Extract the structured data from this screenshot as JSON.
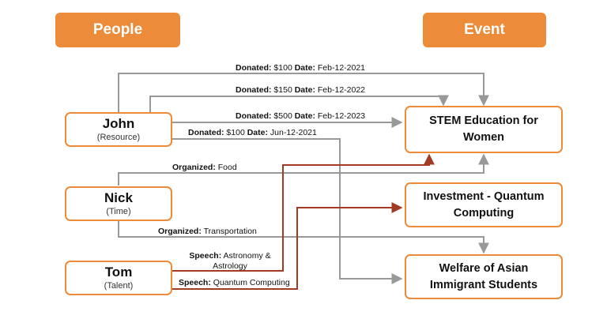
{
  "headers": {
    "left": "People",
    "right": "Event"
  },
  "people": [
    {
      "id": "john",
      "name": "John",
      "role": "(Resource)"
    },
    {
      "id": "nick",
      "name": "Nick",
      "role": "(Time)"
    },
    {
      "id": "tom",
      "name": "Tom",
      "role": "(Talent)"
    }
  ],
  "events": [
    {
      "id": "stem",
      "line1": "STEM Education for",
      "line2": "Women"
    },
    {
      "id": "quantum",
      "line1": "Investment - Quantum",
      "line2": "Computing"
    },
    {
      "id": "welfare",
      "line1": "Welfare of Asian",
      "line2": "Immigrant Students"
    }
  ],
  "edges": [
    {
      "from": "John",
      "to": "STEM Education for Women",
      "key": "Donated:",
      "value": "$100",
      "key2": "Date:",
      "value2": "Feb-12-2021",
      "color": "#999999"
    },
    {
      "from": "John",
      "to": "STEM Education for Women",
      "key": "Donated:",
      "value": "$150",
      "key2": "Date:",
      "value2": "Feb-12-2022",
      "color": "#999999"
    },
    {
      "from": "John",
      "to": "STEM Education for Women",
      "key": "Donated:",
      "value": "$500",
      "key2": "Date:",
      "value2": "Feb-12-2023",
      "color": "#999999"
    },
    {
      "from": "John",
      "to": "Welfare of Asian Immigrant Students",
      "key": "Donated:",
      "value": "$100",
      "key2": "Date:",
      "value2": "Jun-12-2021",
      "color": "#999999"
    },
    {
      "from": "Nick",
      "to": "STEM Education for Women",
      "key": "Organized:",
      "value": "Food",
      "color": "#999999"
    },
    {
      "from": "Nick",
      "to": "Welfare of Asian Immigrant Students",
      "key": "Organized:",
      "value": "Transportation",
      "color": "#999999"
    },
    {
      "from": "Tom",
      "to": "STEM Education for Women",
      "key": "Speech:",
      "value": "Astronomy &",
      "value_line2": "Astrology",
      "color": "#a23b24"
    },
    {
      "from": "Tom",
      "to": "Investment - Quantum Computing",
      "key": "Speech:",
      "value": "Quantum Computing",
      "color": "#a23b24"
    }
  ],
  "colors": {
    "accent": "#ec8b3a",
    "neutral_link": "#999999",
    "speech_link": "#a23b24"
  }
}
